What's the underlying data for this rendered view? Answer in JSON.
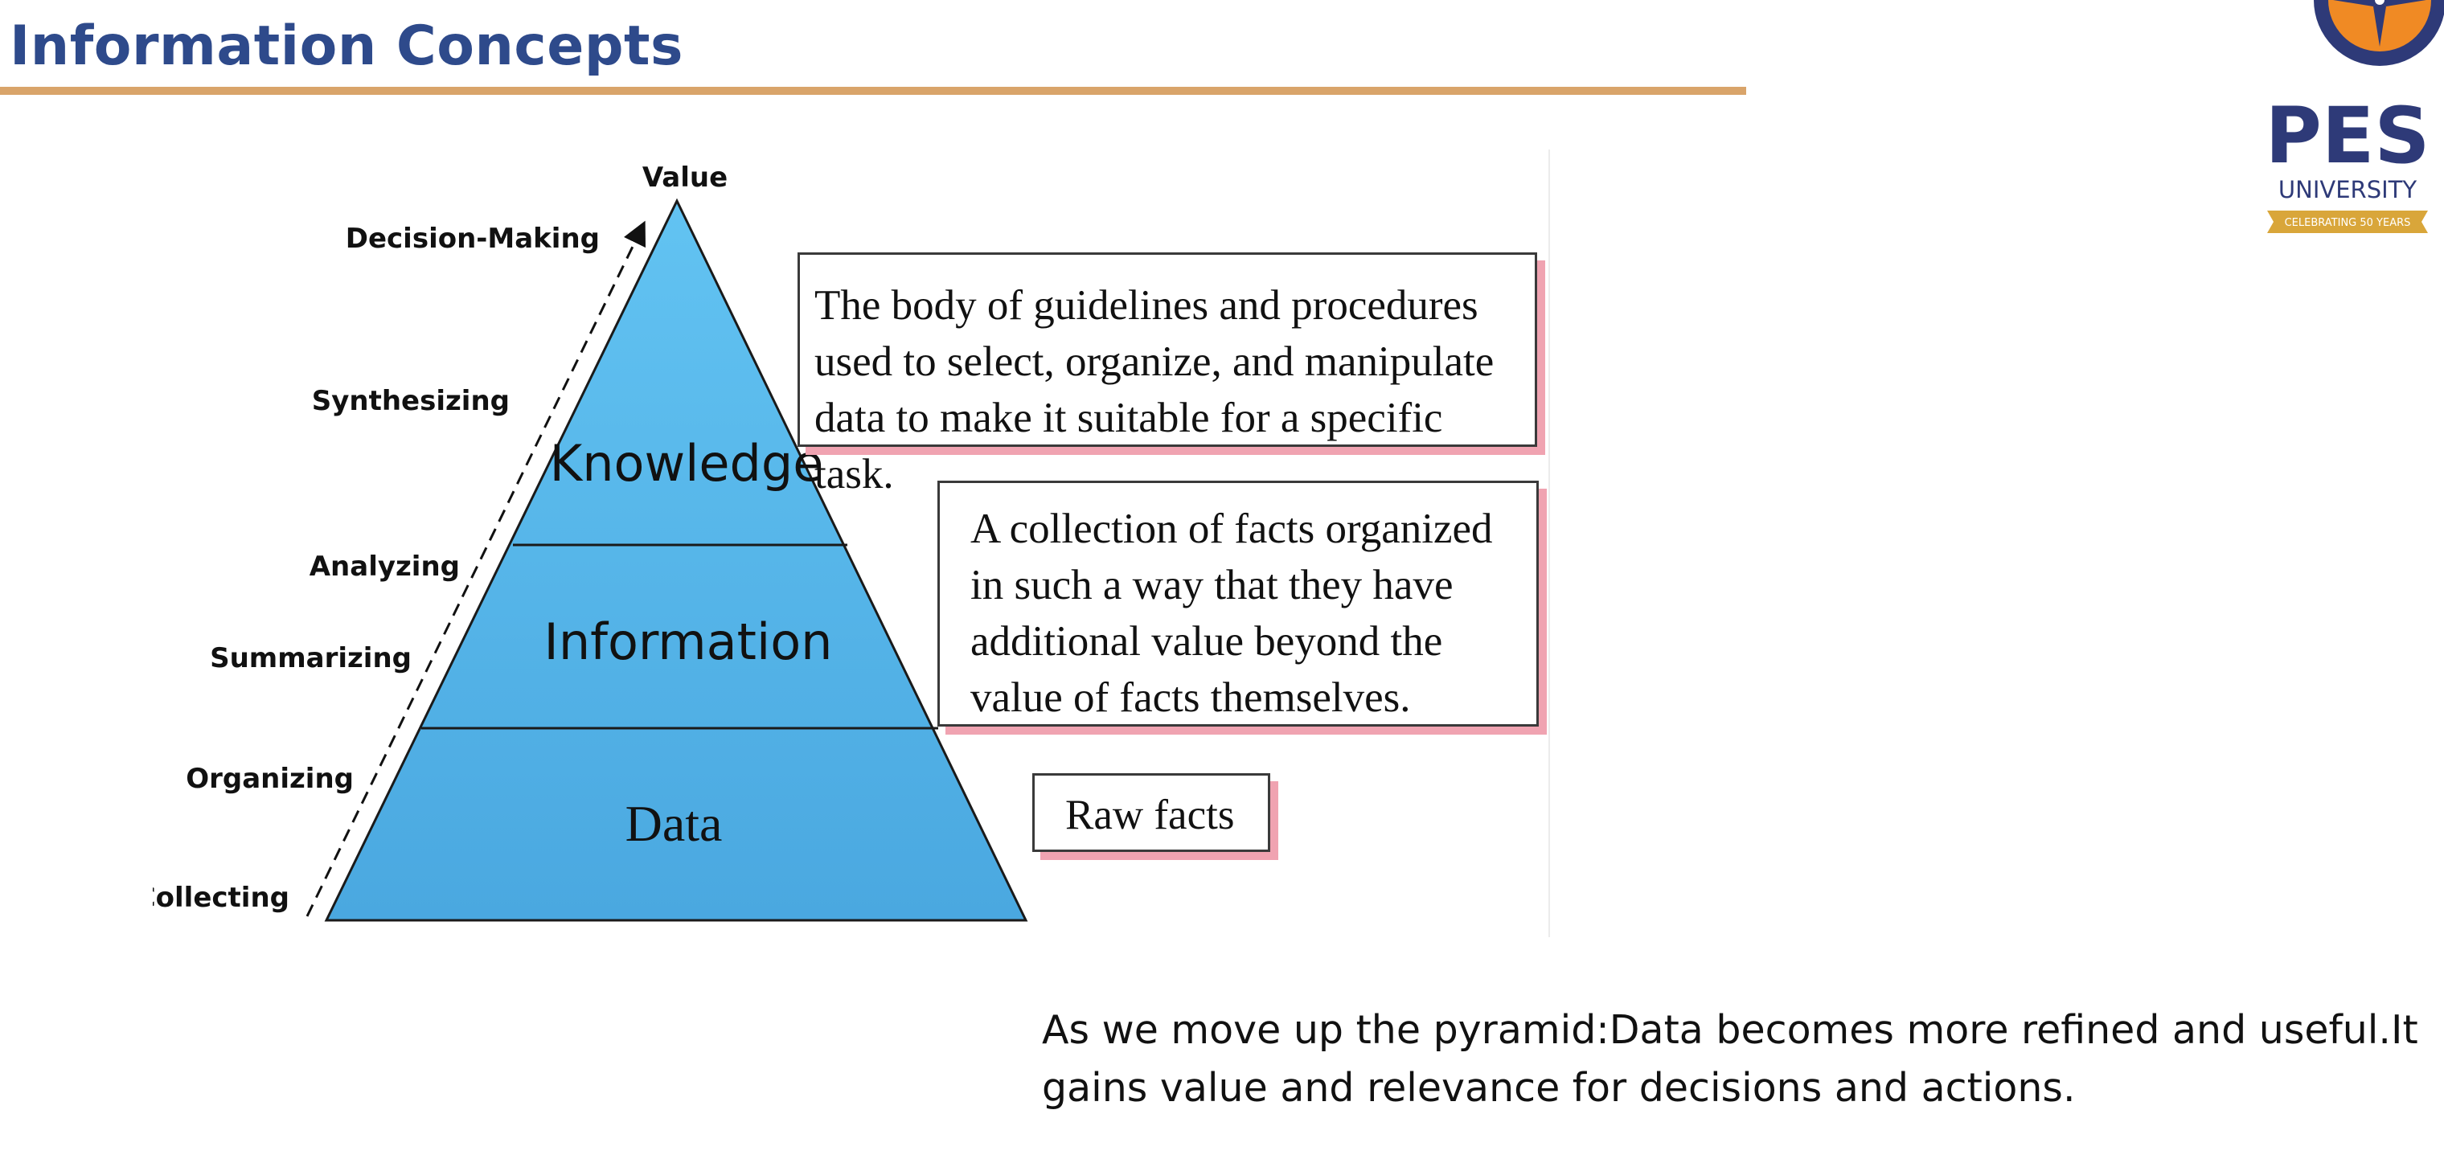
{
  "slide": {
    "title": "Information Concepts",
    "caption": "As we move up the pyramid:Data becomes more refined and useful.It gains value and relevance for decisions and actions."
  },
  "logo": {
    "name": "PES",
    "subtitle": "UNIVERSITY",
    "ribbon": "CELEBRATING 50 YEARS",
    "colors": {
      "navy": "#2e3a78",
      "orange": "#f08a24",
      "gold": "#d9a63a"
    }
  },
  "pyramid": {
    "apex_label": "Value",
    "levels": [
      {
        "label": "Knowledge",
        "description": "The body of guidelines and procedures used to select, organize, and manipulate data to make it suitable for a specific task."
      },
      {
        "label": "Information",
        "description": "A collection of facts organized in such a way that they have additional value beyond the value of facts themselves."
      },
      {
        "label": "Data",
        "description": "Raw facts"
      }
    ],
    "process_steps": [
      "Collecting",
      "Organizing",
      "Summarizing",
      "Analyzing",
      "Synthesizing",
      "Decision-Making"
    ],
    "colors": {
      "fill_top": "#62c3f2",
      "fill_bottom": "#4aa8e0",
      "outline": "#1a1a1a",
      "shadow": "#f0a3b1"
    }
  }
}
